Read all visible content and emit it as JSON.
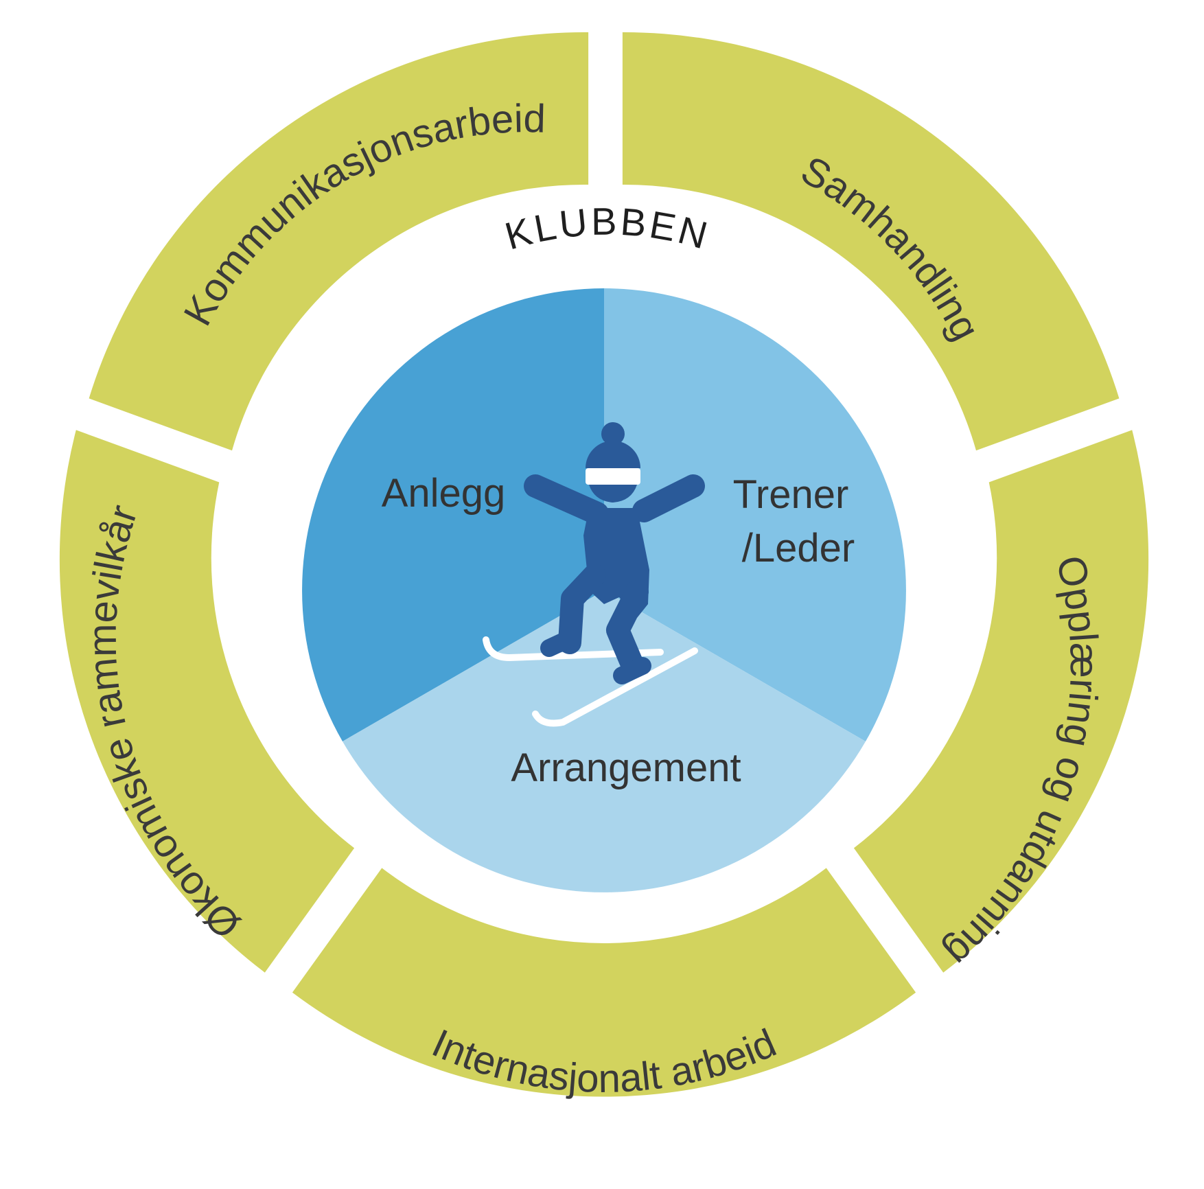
{
  "center_title": "KLUBBEN",
  "colors": {
    "outer_ring": "#d2d35e",
    "background": "#ffffff",
    "segment_anlegg": "#48a1d4",
    "segment_trener": "#82c3e6",
    "segment_arrangement": "#aad5ec",
    "skier": "#2a5a99",
    "text": "#333333"
  },
  "outer_segments": [
    {
      "label": "Kommunikasjonsarbeid"
    },
    {
      "label": "Samhandling"
    },
    {
      "label": "Opplæring og utdanning"
    },
    {
      "label": "Internasjonalt arbeid"
    },
    {
      "label": "Økonomiske rammevilkår"
    }
  ],
  "inner_segments": [
    {
      "lines": [
        "Anlegg"
      ]
    },
    {
      "lines": [
        "Trener",
        "/Leder"
      ]
    },
    {
      "lines": [
        "Arrangement"
      ]
    }
  ],
  "icon": "skier-icon"
}
